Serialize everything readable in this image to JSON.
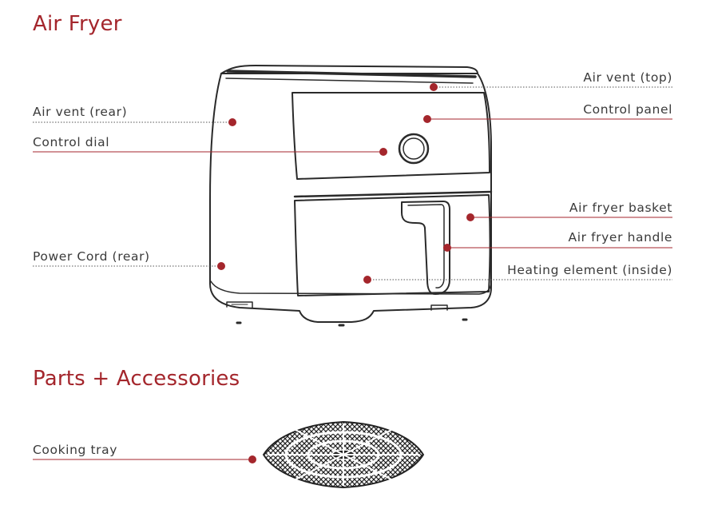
{
  "titles": {
    "main": "Air Fryer",
    "parts": "Parts + Accessories"
  },
  "labels": {
    "air_vent_top": "Air vent (top)",
    "control_panel": "Control panel",
    "air_vent_rear": "Air vent (rear)",
    "control_dial": "Control dial",
    "basket": "Air fryer basket",
    "handle": "Air fryer handle",
    "power_cord": "Power Cord (rear)",
    "heating_element": "Heating element (inside)",
    "cooking_tray": "Cooking tray"
  },
  "colors": {
    "accent": "#a4262c",
    "line": "#333333",
    "text": "#3a3a3a"
  }
}
